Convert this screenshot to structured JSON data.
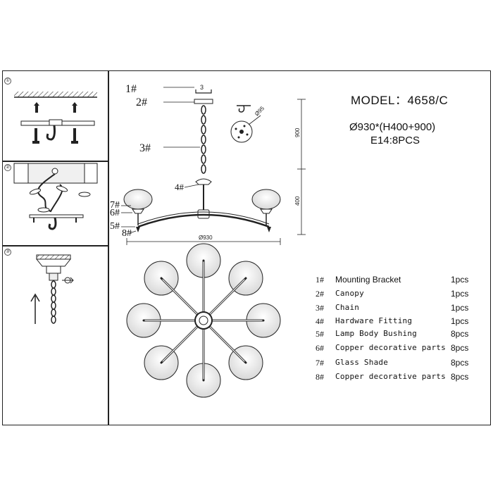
{
  "spec": {
    "model": "MODEL：4658/C",
    "size": "Ø930*(H400+900)",
    "bulbs": "E14:8PCS"
  },
  "callouts": [
    "1#",
    "2#",
    "3#",
    "4#",
    "7#",
    "6#",
    "5#",
    "8#"
  ],
  "steps": [
    "①",
    "②",
    "③"
  ],
  "dimensions": {
    "width": "Ø930",
    "canopy_dia": "Ø95",
    "chain_height": "900",
    "body_height": "400",
    "bracket": "3"
  },
  "parts": [
    {
      "num": "1#",
      "name": "Mounting Bracket",
      "qty": "1pcs"
    },
    {
      "num": "2#",
      "name": "Canopy",
      "qty": "1pcs"
    },
    {
      "num": "3#",
      "name": "Chain",
      "qty": "1pcs"
    },
    {
      "num": "4#",
      "name": "Hardware Fitting",
      "qty": "1pcs"
    },
    {
      "num": "5#",
      "name": "Lamp Body Bushing",
      "qty": "8pcs"
    },
    {
      "num": "6#",
      "name": "Copper decorative parts",
      "qty": "8pcs"
    },
    {
      "num": "7#",
      "name": "Glass Shade",
      "qty": "8pcs"
    },
    {
      "num": "8#",
      "name": "Copper decorative parts",
      "qty": "8pcs"
    }
  ]
}
